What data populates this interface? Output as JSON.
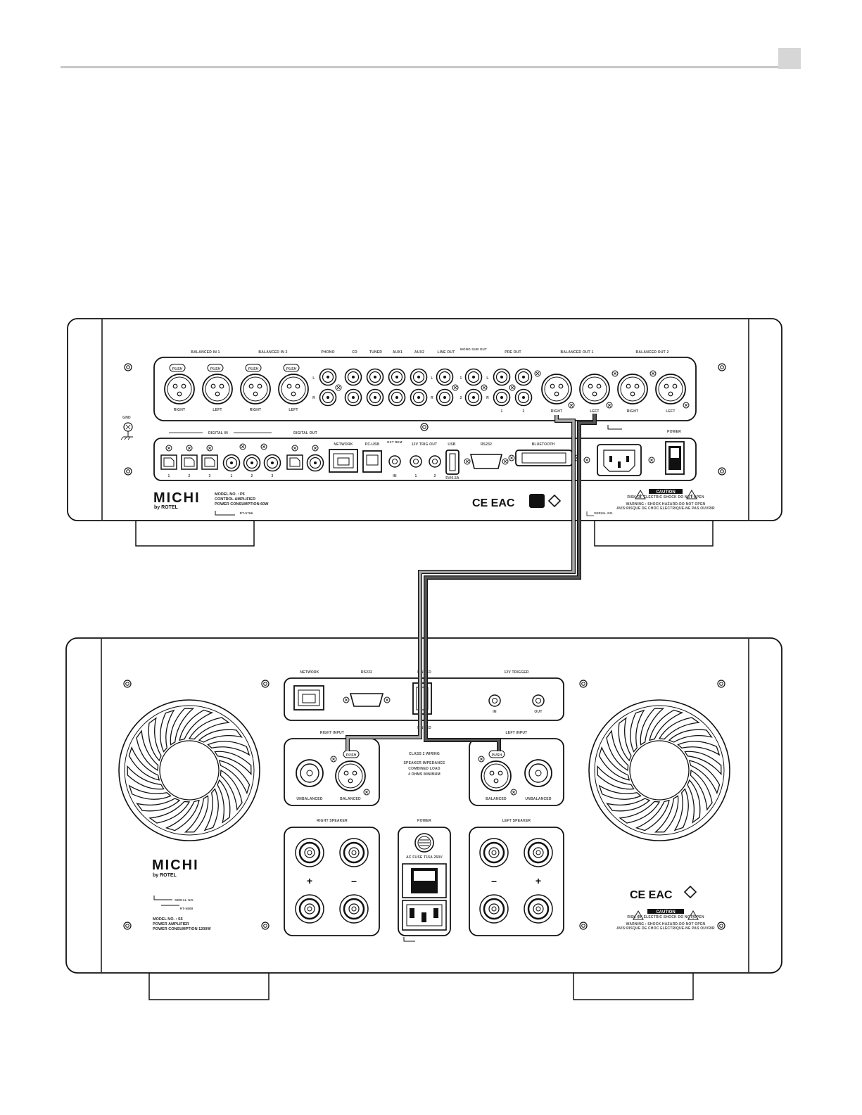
{
  "preamp": {
    "labels": {
      "balanced_in_1": "BALANCED IN 1",
      "balanced_in_2": "BALANCED IN 2",
      "phono": "PHONO",
      "cd": "CD",
      "tuner": "TUNER",
      "aux1": "AUX1",
      "aux2": "AUX2",
      "line_out": "LINE OUT",
      "mono_sub_out": "MONO SUB OUT",
      "pre_out": "PRE OUT",
      "balanced_out_1": "BALANCED OUT 1",
      "balanced_out_2": "BALANCED OUT 2",
      "right": "RIGHT",
      "left": "LEFT",
      "l": "L",
      "r": "R",
      "one": "1",
      "two": "2",
      "three": "3",
      "push": "PUSH",
      "gnd": "GND",
      "digital_in": "DIGITAL IN",
      "digital_out": "DIGITAL OUT",
      "network": "NETWORK",
      "pc_usb": "PC-USB",
      "ext_rem": "EXT REM",
      "in": "IN",
      "trig_out": "12V TRIG OUT",
      "usb": "USB",
      "usb_rating": "5V/0.5A",
      "rs232": "RS232",
      "bluetooth": "BLUETOOTH",
      "power": "POWER"
    },
    "brand": "MICHI",
    "brand_sub": "by ROTEL",
    "model_line1": "MODEL NO. : P5",
    "model_line2": "CONTROL AMPLIFIER",
    "model_line3": "POWER CONSUMPTION 60W",
    "rt_code": "RT-5766",
    "serial_no": "SERIAL NO.",
    "caution": "CAUTION",
    "caution_sub": "RISK OF ELECTRIC SHOCK DO NOT OPEN",
    "warning": "WARNING : SHOCK HAZARD-DO NOT OPEN",
    "warning_fr": "AVIS:RISQUE DE CHOC ELECTRIQUE-NE PAS OUVRIR",
    "compliance": "CE  EAC"
  },
  "poweramp": {
    "labels": {
      "network": "NETWORK",
      "rs232": "RS232",
      "linked": "LINKED",
      "trigger": "12V TRIGGER",
      "in": "IN",
      "out": "OUT",
      "right_input": "RIGHT INPUT",
      "left_input": "LEFT INPUT",
      "unbalanced": "UNBALANCED",
      "balanced": "BALANCED",
      "push": "PUSH",
      "class2": "CLASS 2 WIRING",
      "impedance1": "SPEAKER IMPEDANCE",
      "impedance2": "COMBINED LOAD",
      "impedance3": "4 OHMS MINIMUM",
      "right_speaker": "RIGHT SPEAKER",
      "left_speaker": "LEFT SPEAKER",
      "power": "POWER",
      "fuse": "AC FUSE T15A 250V",
      "plus": "+",
      "minus": "–"
    },
    "brand": "MICHI",
    "brand_sub": "by ROTEL",
    "serial_no": "SERIAL NO.",
    "rt_code": "RT-5808",
    "model_line1": "MODEL NO. : S5",
    "model_line2": "POWER AMPLIFIER",
    "model_line3": "POWER CONSUMPTION 1200W",
    "caution": "CAUTION",
    "caution_sub": "RISK OF ELECTRIC SHOCK DO NOT OPEN",
    "warning": "WARNING : SHOCK HAZARD-DO NOT OPEN",
    "warning_fr": "AVIS:RISQUE DE CHOC ELECTRIQUE-NE PAS OUVRIR",
    "compliance": "CE  EAC"
  },
  "colors": {
    "cable_right": "#aaaaaa",
    "cable_left": "#555555",
    "outline": "#111111",
    "page_rule": "#c8c8c8"
  }
}
